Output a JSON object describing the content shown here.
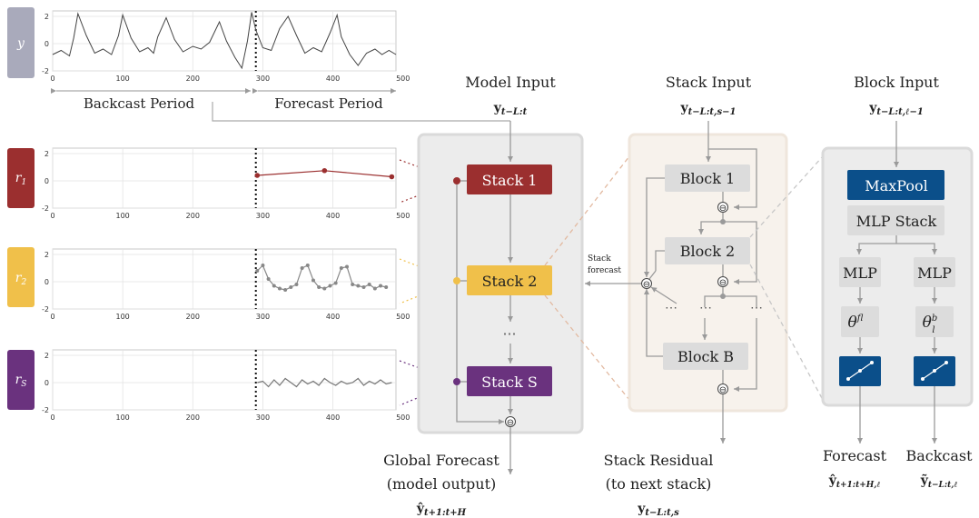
{
  "plots": {
    "y": {
      "side_label": "y",
      "y_ticks": [
        "2",
        "0",
        "-2"
      ],
      "x_ticks": [
        "0",
        "100",
        "200",
        "300",
        "400",
        "500"
      ],
      "chart_data": {
        "type": "line",
        "x_range": [
          0,
          490
        ],
        "ylim": [
          -2,
          2.4
        ],
        "forecast_start": 290,
        "series": [
          {
            "x": [
              0,
              12,
              24,
              30,
              36,
              48,
              60,
              72,
              84,
              94,
              100,
              112,
              124,
              136,
              144,
              150,
              162,
              174,
              186,
              200,
              212,
              224,
              238,
              248,
              260,
              270,
              278,
              284,
              290,
              300,
              312,
              324,
              336,
              348,
              360,
              372,
              384,
              396,
              406,
              412,
              424,
              436,
              448,
              460,
              470,
              480,
              490
            ],
            "y": [
              -0.8,
              -0.5,
              -0.9,
              0.4,
              2.2,
              0.6,
              -0.7,
              -0.4,
              -0.8,
              0.6,
              2.1,
              0.4,
              -0.6,
              -0.3,
              -0.7,
              0.5,
              1.9,
              0.3,
              -0.6,
              -0.2,
              -0.4,
              0.1,
              1.6,
              0.2,
              -1.0,
              -1.8,
              0.2,
              2.3,
              1.0,
              -0.3,
              -0.5,
              1.1,
              2.0,
              0.6,
              -0.7,
              -0.3,
              -0.6,
              0.8,
              2.1,
              0.5,
              -0.8,
              -1.6,
              -0.7,
              -0.4,
              -0.8,
              -0.5,
              -0.8
            ]
          }
        ]
      }
    },
    "r1": {
      "side_label": "r1",
      "y_ticks": [
        "2",
        "0",
        "-2"
      ],
      "x_ticks": [
        "0",
        "100",
        "200",
        "300",
        "400",
        "500"
      ],
      "chart_data": {
        "type": "line",
        "x_range": [
          0,
          490
        ],
        "ylim": [
          -2,
          2.4
        ],
        "forecast_start": 290,
        "series": [
          {
            "x": [
              292,
              388,
              484
            ],
            "y": [
              0.4,
              0.75,
              0.3
            ]
          }
        ]
      }
    },
    "r2": {
      "side_label": "r2",
      "y_ticks": [
        "2",
        "0",
        "-2"
      ],
      "x_ticks": [
        "0",
        "100",
        "200",
        "300",
        "400",
        "500"
      ],
      "chart_data": {
        "type": "line",
        "x_range": [
          0,
          490
        ],
        "ylim": [
          -2,
          2.4
        ],
        "forecast_start": 290,
        "series": [
          {
            "x": [
              292,
              300,
              308,
              316,
              324,
              332,
              340,
              348,
              356,
              364,
              372,
              380,
              388,
              396,
              404,
              412,
              420,
              428,
              436,
              444,
              452,
              460,
              468,
              476
            ],
            "y": [
              0.8,
              1.2,
              0.2,
              -0.3,
              -0.5,
              -0.6,
              -0.4,
              -0.2,
              1.0,
              1.2,
              0.1,
              -0.4,
              -0.5,
              -0.3,
              -0.1,
              1.0,
              1.1,
              -0.2,
              -0.3,
              -0.4,
              -0.2,
              -0.5,
              -0.3,
              -0.4
            ]
          }
        ]
      }
    },
    "rs": {
      "side_label": "rS",
      "y_ticks": [
        "2",
        "0",
        "-2"
      ],
      "x_ticks": [
        "0",
        "100",
        "200",
        "300",
        "400",
        "500"
      ],
      "chart_data": {
        "type": "line",
        "x_range": [
          0,
          490
        ],
        "ylim": [
          -2,
          2.4
        ],
        "forecast_start": 290,
        "series": [
          {
            "x": [
              292,
              300,
              308,
              316,
              324,
              332,
              340,
              348,
              356,
              364,
              372,
              380,
              388,
              396,
              404,
              412,
              420,
              428,
              436,
              444,
              452,
              460,
              468,
              476,
              484
            ],
            "y": [
              0.0,
              0.1,
              -0.3,
              0.2,
              -0.2,
              0.3,
              0.0,
              -0.3,
              0.2,
              -0.1,
              0.1,
              -0.2,
              0.3,
              0.0,
              -0.2,
              0.1,
              -0.1,
              0.0,
              0.3,
              -0.2,
              0.1,
              -0.1,
              0.2,
              -0.1,
              0.0
            ]
          }
        ]
      }
    }
  },
  "periods": {
    "backcast": "Backcast Period",
    "forecast": "Forecast Period"
  },
  "model": {
    "input_title": "Model Input",
    "input_math": "y",
    "input_sub": "t−L:t",
    "stacks": [
      "Stack 1",
      "Stack 2",
      "⋯",
      "Stack S"
    ],
    "output_title": "Global Forecast",
    "output_subtitle": "(model output)",
    "output_math": "ŷ",
    "output_sub": "t+1:t+H"
  },
  "stack": {
    "input_title": "Stack Input",
    "input_math": "y",
    "input_sub": "t−L:t,s−1",
    "blocks": [
      "Block 1",
      "Block 2",
      "Block B"
    ],
    "forecast_label": "Stack\nforecast",
    "output_title": "Stack Residual",
    "output_subtitle": "(to next stack)",
    "output_math": "y",
    "output_sub": "t−L:t,s"
  },
  "block": {
    "input_title": "Block Input",
    "input_math": "y",
    "input_sub": "t−L:t,ℓ−1",
    "maxpool": "MaxPool",
    "mlp_stack": "MLP Stack",
    "mlp": "MLP",
    "theta": "θ",
    "theta_f": "f",
    "theta_b": "b",
    "theta_l": "l",
    "forecast_title": "Forecast",
    "forecast_math": "ŷ",
    "forecast_sub": "t+1:t+H,ℓ",
    "backcast_title": "Backcast",
    "backcast_math": "ỹ",
    "backcast_sub": "t−L:t,ℓ"
  },
  "colors": {
    "red": "#9b2f2f",
    "yellow": "#f0c04a",
    "purple": "#6a327e",
    "blue": "#0b4f8a",
    "grey_panel": "#ececec",
    "beige_panel": "#f7f2ec",
    "side_grey": "#a9aabb",
    "box_grey": "#dcdcdc"
  }
}
